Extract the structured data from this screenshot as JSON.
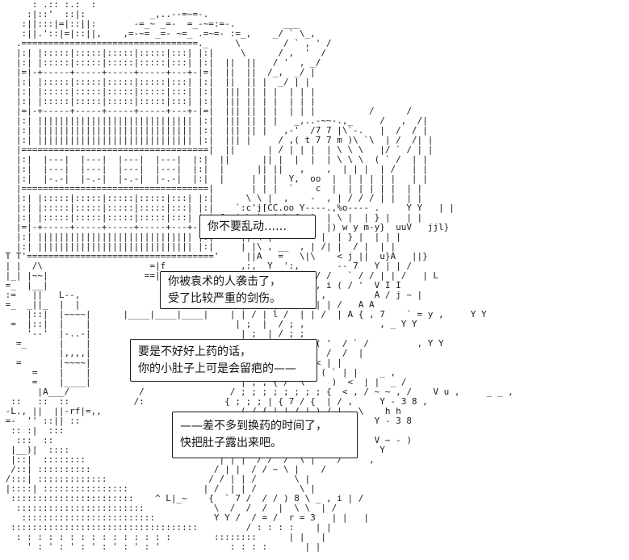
{
  "scene": {
    "background_color": "#ffffff",
    "ink_color": "#1c1c1c"
  },
  "ascii_art": {
    "lines": [
      "      : .:: :.:  :",
      "     :|::'  ::|:            _,..--=~=-.",
      "    :||:::|=|::||:       -=_~ _=-  =_-~=:=-.         ___",
      "    :||.'::|=|::||,    ,=-~= _=- ~=_ .=~=- :=_,    _/ ` \\_,",
      "   .=================================._     \\        / ` , ' /",
      "   |:| |:::::|:::::|:::::|:::::|:::| |:|     \\      / ,  '  /",
      "   |:| |:::::|:::::|:::::|:::::|:::| |:|  ||  ||   / '  , _/",
      "   |=|-+-----+-----+-----+-----+---+-|=|  ||  ||  /_,  _/ |",
      "   |:| |:::::|:::::|:::::|:::::|:::| |:|  ||  || |  _/ | |",
      "   |:| |:::::|:::::|:::::|:::::|:::| |:|  ||| || | |  | | |",
      "   |:| |:::::|:::::|:::::|:::::|:::| |:|  ||| || | |  | | |",
      "   |=|-+-----+-----+-----+-----+---+-|=|  ||| || | |  | | |          /      /",
      "   |:| ||||||||||||||||||||||||||||| |:|  ||| || | |   _,..-~~-.,_     /   ,  /|",
      "   |:| ||||||||||||||||||||||||||||| |:|  ||| || |   ,-'  /7 7 |\\`-.   |  /  / |",
      "   |:| ||||||||||||||||||||||||||||| |:|  ||| |     / ,( t 7 7 m )\\ `\\  | /  /| |",
      "   |===================================|  ||      | / | | |  | \\ \\ \\   |/ ` / | |",
      "   |:|  |---|  |---|  |---|  |---|  |:|  ||      || |  |  |  | \\ \\ \\  ( ` /  | |",
      "   |:|  |---|  |---|  |---|  |---|  |:|  |      || ||   ,    ,  | | |  | /   | |",
      "   |:|  |-.-|  |-.-|  |-.-|  |-.-|  |:|  |     | | |  Y,  oo  |  | | | | |   | |",
      "   |===================================|       | | |  `    c  |  | | | | |  | |",
      "   |:| |:::::|:::::|:::::|:::::|:::| |:|      \\ \\ |  ,    -  , | / / / | |  | |",
      "   |:| |:::::|:::::|:::::|:::::|:::| |:|    `:c'j[CC.oo Y----.,%o---- .     Y Y   | |",
      "   |:| |:::::|:::::|:::::|:::::|:::| |:| f  | \\ `  | \\ {  |  | \\ |  | } |   | |",
      "   |=|-+-----+-----+-----+-----+---+-|=|     8{, '{ i |, ,   |) w y m-y}  uuV   jjl}",
      "   |:| ||||||||||||||||||||||||||||| |:|     || \\ | `  =  ' |  | } |  | | |",
      "   |:| ||||||||||||||||||||||||||||| |:|     | |\\ , __  , | /| |  / |  | |",
      " T T'==================================='     ||A   =   \\|\\    < j ||  u}A   ||}",
      " | |  /\\                    =|f              ,:,  Y  ':,       -- 7   Y | | /",
      " |_| |~~|                  ==|f             { | , \\ ,   `` / /   ` / / | | /   | L",
      " =_  |__|                                    =|  `\\ `=, '  , i ( / '  V I I",
      " :=   ||   L--,                             \\ Y l - %o    T ,         A / j ~ |",
      " =_  _||_  |  |                      f       | l / | l /   | | /   A A",
      "     |::|  |~~~~|      |____|____|____|    | | / | l /  | | /  | A { , 7    ` = y ,     Y Y",
      "  =  |::|  |    |                           | ;  |  / ; ,              , _ Y Y",
      "     '--'  |-..-|                            | ;  | / ; ;",
      "   =_      |    |                            ) , > = 3 = = ( '  / ` /         , Y Y",
      "           |,,,,|                            |  { ,  / /  |  /  /  |",
      "   =       |~~~~|                             | , V   /    < | |",
      "      =    |    |                             \\ /   )  /    ( ` | |    _ ,",
      "      =    |____|                            | ; ; { /  \\ '   )  <  | |  _ /",
      "       |A___/             /                / ; ; ; ; ; ; ; ; {  < , / ~ ~ , /    V u ,     _ _ ,",
      "  ::   ::  ::            /:               { ; ; ; | { 7 / {  | / ,     Y - 3 8 ,",
      " -L., ||  ||-rf|=,,                          ( / { | | / | ) / | , \\    h h",
      " =-  '' ::|| ::                             | ; { 8  { 7 / {  | / ,   Y - 3 8",
      "  :: :|  :::                                 ( / {  | / ` /   h h h",
      "   :::  ::                                | ; | |   ~ /   /   Y ,     V ~ - )",
      "  |__)|  ::::                             | A |   / /  / \\ |     /     Y",
      "  |::|  ::::::::                         | | |  / /  /  \\ |    /     ,",
      "  /::| ::::::::::                       / | |  / / ~ \\ |    /",
      " /:::| :::::::::::::                   / / | | /       \\ |",
      " |::::| ::::::::::::::::              | /  | | /        \\ |",
      "  :::::::::::::::::::::::    ^ L|_~    {  ` 7 /  / / ) 8 \\ _ , i | /",
      "   ::::::::::::::::::::::::             \\  /  /  /  |  \\ \\  | /",
      "    :::::::::::::::::::::::::           Y Y /  / = /  r = 3   | |   |",
      "  :::::::::::::::::::::::::::::::::::         / : : : :    | |",
      "   : : : : : : : : : : : : : : :        ::::::::      | |   |",
      "     ' : ' : ' : ' : ' : ' : '             : : : :       | |"
    ]
  },
  "dialogue": {
    "boxes": [
      {
        "lines": [
          "你不要乱动……"
        ]
      },
      {
        "lines": [
          "你被袁术的人袭击了，",
          "受了比较严重的剑伤。"
        ]
      },
      {
        "lines": [
          "要是不好好上药的话，",
          "你的小肚子上可是会留疤的——"
        ]
      },
      {
        "lines": [
          "——差不多到换药的时间了，",
          "快把肚子露出来吧。"
        ]
      }
    ]
  }
}
